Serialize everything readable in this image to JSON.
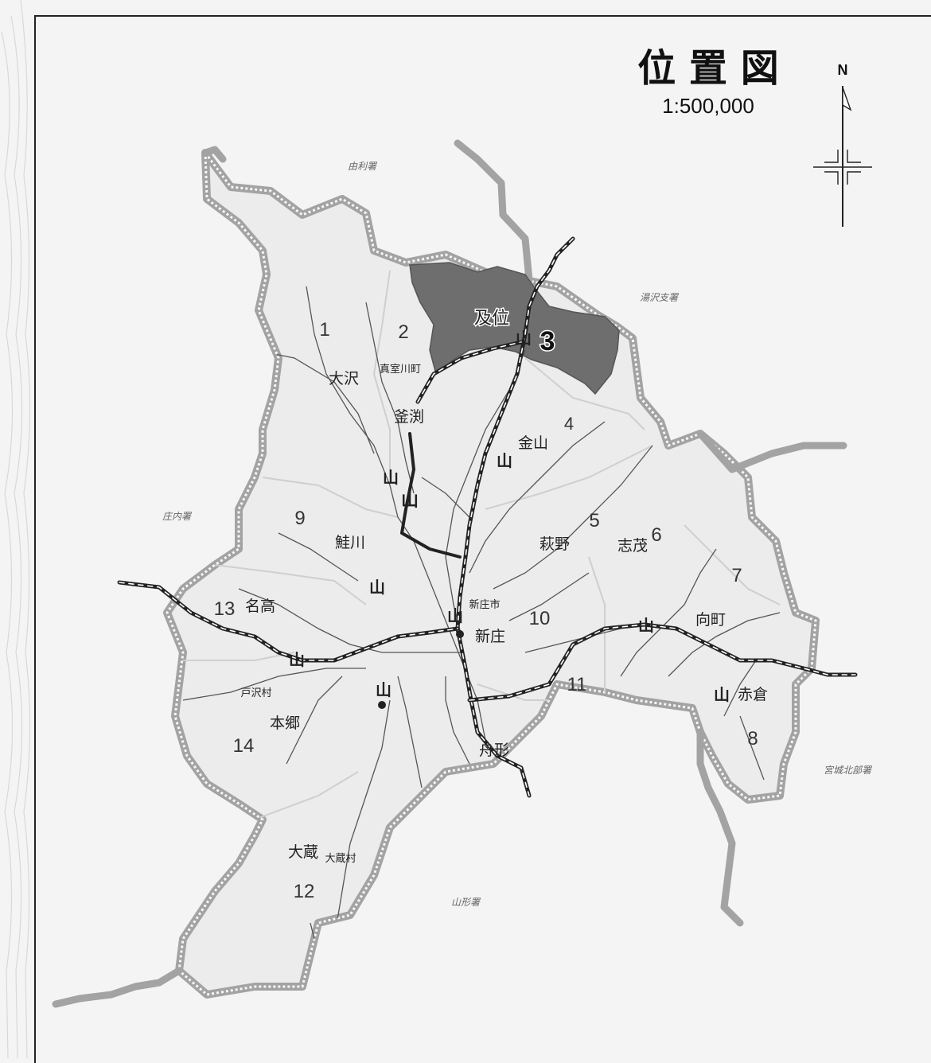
{
  "map": {
    "title": "位 置 図",
    "scale": "1:500,000",
    "north_label": "N",
    "neighbor_offices": [
      {
        "id": "yuri",
        "label": "由利署"
      },
      {
        "id": "yuzawa",
        "label": "湯沢支署"
      },
      {
        "id": "shonai",
        "label": "庄内署"
      },
      {
        "id": "miyagi",
        "label": "宮城北部署"
      },
      {
        "id": "yamagata",
        "label": "山形署"
      }
    ],
    "district_numbers": [
      "1",
      "2",
      "3",
      "4",
      "5",
      "6",
      "7",
      "8",
      "9",
      "10",
      "11",
      "12",
      "13",
      "14"
    ],
    "highlighted_district": "3",
    "place_names": [
      {
        "id": "oizumi",
        "label": "及位"
      },
      {
        "id": "mamurogawa",
        "label": "真室川町"
      },
      {
        "id": "osawa",
        "label": "大沢"
      },
      {
        "id": "kamafuchi",
        "label": "釜渕"
      },
      {
        "id": "kaneyama",
        "label": "金山"
      },
      {
        "id": "sakegawa",
        "label": "鮭川"
      },
      {
        "id": "hagino",
        "label": "萩野"
      },
      {
        "id": "shigemo",
        "label": "志茂"
      },
      {
        "id": "shinjo_city",
        "label": "新庄市"
      },
      {
        "id": "shinjo",
        "label": "新庄"
      },
      {
        "id": "mukaimachi",
        "label": "向町"
      },
      {
        "id": "nadaka",
        "label": "名高"
      },
      {
        "id": "tozawa",
        "label": "戸沢村"
      },
      {
        "id": "hongo",
        "label": "本郷"
      },
      {
        "id": "akakura",
        "label": "赤倉"
      },
      {
        "id": "funagata",
        "label": "舟形"
      },
      {
        "id": "okura",
        "label": "大蔵"
      },
      {
        "id": "okura_village",
        "label": "大蔵村"
      }
    ],
    "office_symbol": "山",
    "colors": {
      "background": "#f4f4f4",
      "territory": "#ececec",
      "highlight": "#6e6e6e",
      "boundary": "#9a9a9a",
      "river": "#555555",
      "rail": "#222222",
      "frame": "#222222"
    }
  }
}
